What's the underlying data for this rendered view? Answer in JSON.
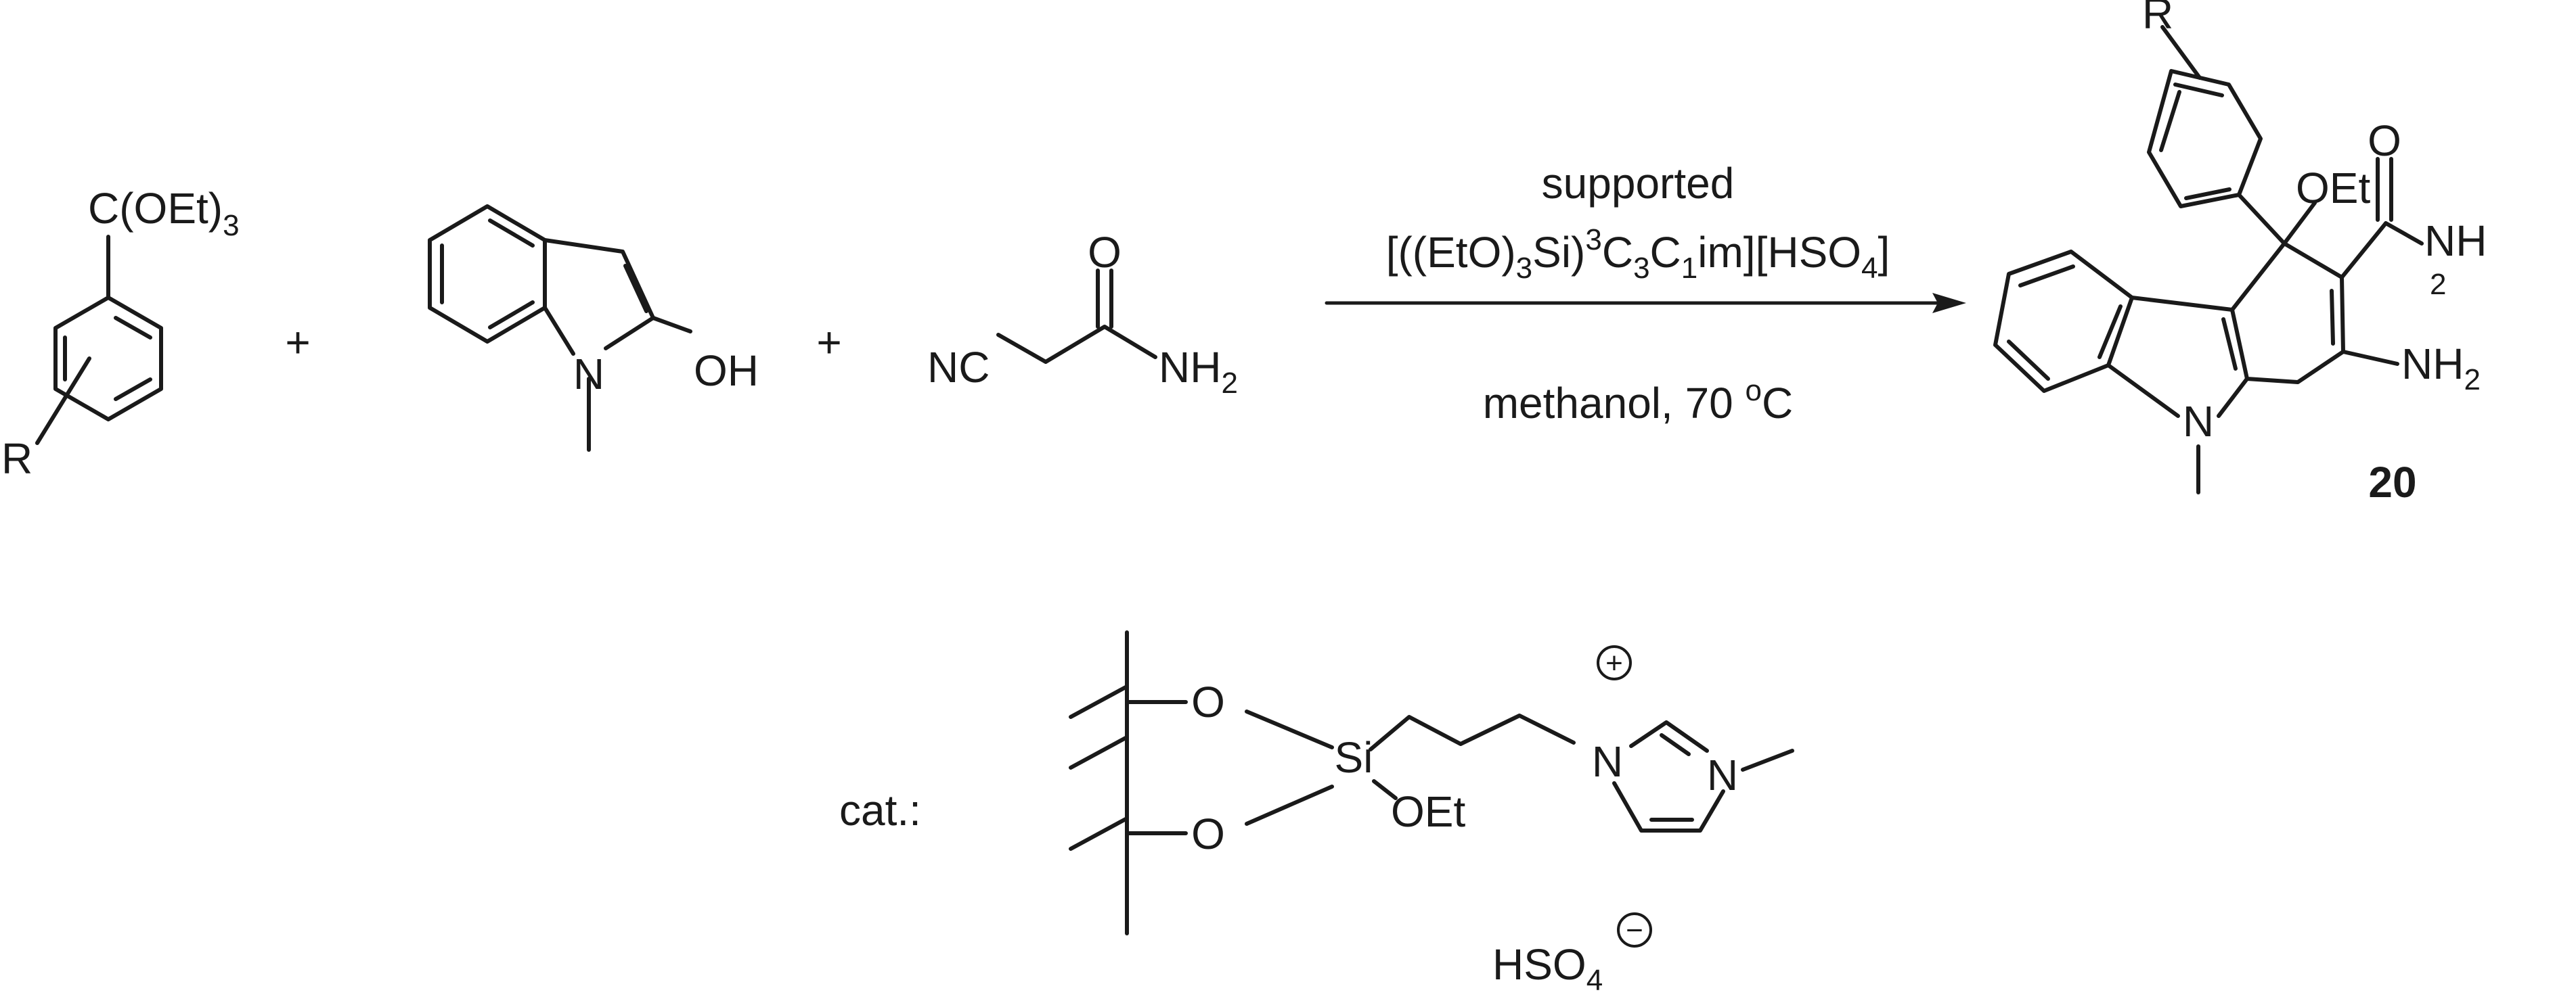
{
  "reaction": {
    "reagent1": {
      "group_main": "C(OEt)",
      "group_sub": "3",
      "r_label": "R"
    },
    "plus": "+",
    "reagent2": {
      "n_label": "N",
      "oh_label": "OH"
    },
    "reagent3": {
      "nc_label": "NC",
      "o_label": "O",
      "nh2_main": "NH",
      "nh2_sub": "2"
    },
    "conditions": {
      "above_line1": "supported",
      "above_line2": {
        "t1": "[((EtO)",
        "s1": "3",
        "t2": "Si)",
        "sup1": "3",
        "t3": "C",
        "s2": "3",
        "t4": "C",
        "s3": "1",
        "t5": "im][HSO",
        "s4": "4",
        "t6": "]"
      },
      "below": {
        "text": "methanol, 70 ",
        "sup": "o",
        "unit": "C"
      }
    },
    "product": {
      "r_label": "R",
      "oet_label": "OEt",
      "o_label": "O",
      "nh_label": "NH",
      "nh_sub": "2",
      "nh2_main": "NH",
      "nh2_sub": "2",
      "n_label": "N",
      "compound_number": "20"
    }
  },
  "catalyst": {
    "label": "cat.:",
    "o_top": "O",
    "o_bottom": "O",
    "si_label": "Si",
    "oet_label": "OEt",
    "n1_label": "N",
    "n3_label": "N",
    "plus_charge": "+",
    "anion_main": "HSO",
    "anion_sub": "4",
    "minus_charge": "−"
  }
}
